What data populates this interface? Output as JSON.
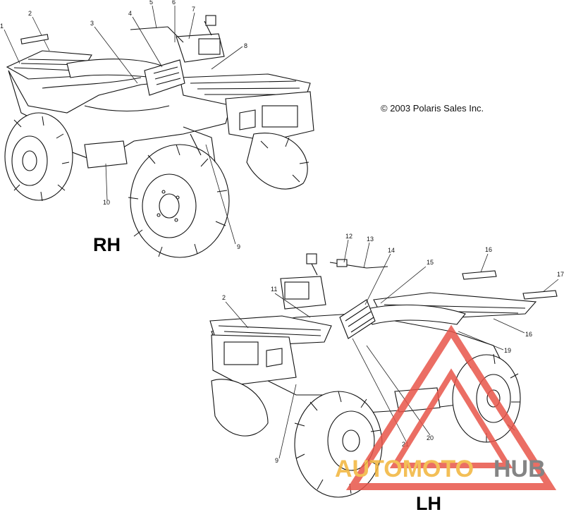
{
  "copyright": "© 2003 Polaris Sales Inc.",
  "views": {
    "rh_label": "RH",
    "lh_label": "LH"
  },
  "callouts_rh": [
    "1",
    "2",
    "3",
    "4",
    "5",
    "6",
    "7",
    "8",
    "9",
    "10"
  ],
  "callouts_lh": [
    "11",
    "12",
    "13",
    "14",
    "15",
    "16",
    "16",
    "17",
    "19",
    "20",
    "21",
    "9",
    "2"
  ],
  "watermark": {
    "part1": "AUTOMOTO",
    "part2": "HUB",
    "color_primary": "#e8554a",
    "color_accent": "#f2b43a",
    "color_dark": "#6f6f6f"
  }
}
